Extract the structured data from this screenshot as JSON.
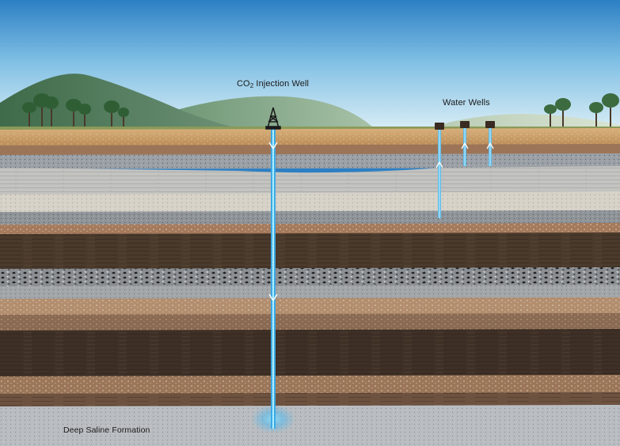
{
  "labels": {
    "injection_prefix": "CO",
    "injection_subscript": "2",
    "injection_suffix": " Injection Well",
    "water_wells": "Water Wells",
    "deep_formation": "Deep Saline Formation"
  },
  "icons": {
    "injection_rig": "derrick-icon",
    "water_well_heads": "wellhead-icon",
    "flow_arrows": "arrow-icon"
  },
  "colors": {
    "sky_top": "#2c7fc4",
    "sky_bottom": "#d7edf7",
    "injection_flow": "#6fd4f6",
    "injection_glow": "#4fb8ef"
  }
}
